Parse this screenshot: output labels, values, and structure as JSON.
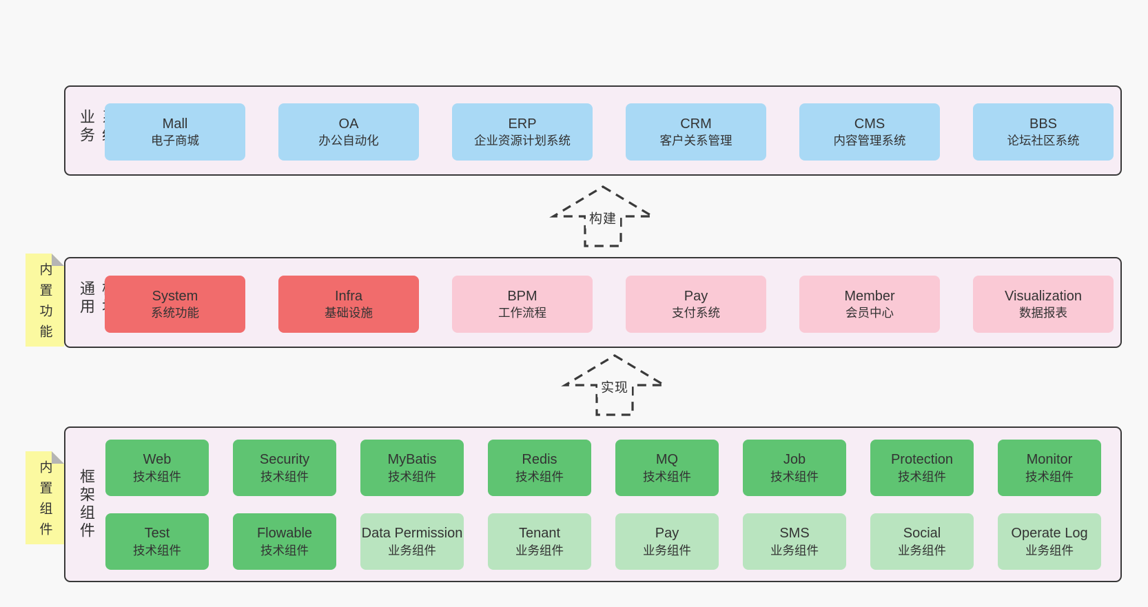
{
  "page": {
    "background": "#f8f8f8"
  },
  "colors": {
    "band_background": "#f7edf5",
    "band_border": "#383838",
    "blue_box": "#a9d9f5",
    "red_box": "#f16c6c",
    "pink_box": "#fac9d5",
    "green_box": "#5fc472",
    "light_green_box": "#b9e4bf",
    "note_yellow": "#fbf9a0",
    "note_fold_gray": "#b5b5b5",
    "arrow_dash": "#3a3a3a",
    "text": "#333333"
  },
  "band1": {
    "label": "业务系统",
    "items": [
      {
        "name": "Mall",
        "desc": "电子商城",
        "type": "blue"
      },
      {
        "name": "OA",
        "desc": "办公自动化",
        "type": "blue"
      },
      {
        "name": "ERP",
        "desc": "企业资源计划系统",
        "type": "blue"
      },
      {
        "name": "CRM",
        "desc": "客户关系管理",
        "type": "blue"
      },
      {
        "name": "CMS",
        "desc": "内容管理系统",
        "type": "blue"
      },
      {
        "name": "BBS",
        "desc": "论坛社区系统",
        "type": "blue"
      }
    ]
  },
  "arrow1": {
    "label": "构建"
  },
  "band2": {
    "label": "通用模块",
    "note": "内置功能",
    "items": [
      {
        "name": "System",
        "desc": "系统功能",
        "type": "red"
      },
      {
        "name": "Infra",
        "desc": "基础设施",
        "type": "red"
      },
      {
        "name": "BPM",
        "desc": "工作流程",
        "type": "pink"
      },
      {
        "name": "Pay",
        "desc": "支付系统",
        "type": "pink"
      },
      {
        "name": "Member",
        "desc": "会员中心",
        "type": "pink"
      },
      {
        "name": "Visualization",
        "desc": "数据报表",
        "type": "pink"
      }
    ]
  },
  "arrow2": {
    "label": "实现"
  },
  "band3": {
    "label": "框架组件",
    "note": "内置组件",
    "row1": [
      {
        "name": "Web",
        "desc": "技术组件",
        "type": "green"
      },
      {
        "name": "Security",
        "desc": "技术组件",
        "type": "green"
      },
      {
        "name": "MyBatis",
        "desc": "技术组件",
        "type": "green"
      },
      {
        "name": "Redis",
        "desc": "技术组件",
        "type": "green"
      },
      {
        "name": "MQ",
        "desc": "技术组件",
        "type": "green"
      },
      {
        "name": "Job",
        "desc": "技术组件",
        "type": "green"
      },
      {
        "name": "Protection",
        "desc": "技术组件",
        "type": "green"
      },
      {
        "name": "Monitor",
        "desc": "技术组件",
        "type": "green"
      }
    ],
    "row2": [
      {
        "name": "Test",
        "desc": "技术组件",
        "type": "green"
      },
      {
        "name": "Flowable",
        "desc": "技术组件",
        "type": "green"
      },
      {
        "name": "Data Permission",
        "desc": "业务组件",
        "type": "light_green"
      },
      {
        "name": "Tenant",
        "desc": "业务组件",
        "type": "light_green"
      },
      {
        "name": "Pay",
        "desc": "业务组件",
        "type": "light_green"
      },
      {
        "name": "SMS",
        "desc": "业务组件",
        "type": "light_green"
      },
      {
        "name": "Social",
        "desc": "业务组件",
        "type": "light_green"
      },
      {
        "name": "Operate Log",
        "desc": "业务组件",
        "type": "light_green"
      }
    ]
  }
}
